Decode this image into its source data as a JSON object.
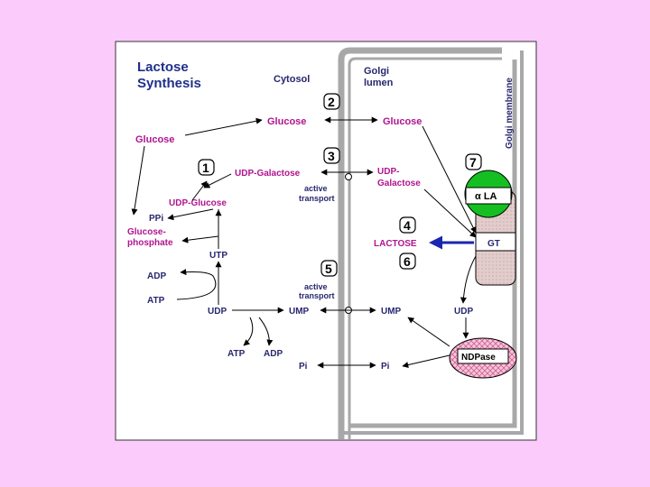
{
  "diagram": {
    "title_line1": "Lactose",
    "title_line2": "Synthesis",
    "cytosol_label": "Cytosol",
    "golgi_lumen_line1": "Golgi",
    "golgi_lumen_line2": "lumen",
    "golgi_membrane_label": "Golgi membrane",
    "steps": {
      "s1": "1",
      "s2": "2",
      "s3": "3",
      "s4": "4",
      "s5": "5",
      "s6": "6",
      "s7": "7"
    },
    "labels": {
      "glucose_top_cytosol": "Glucose",
      "glucose_top_lumen": "Glucose",
      "glucose_left": "Glucose",
      "udp_galactose_cytosol": "UDP-Galactose",
      "udp_galactose_lumen_1": "UDP-",
      "udp_galactose_lumen_2": "Galactose",
      "active_transport_top_1": "active",
      "active_transport_top_2": "transport",
      "udp_glucose": "UDP-Glucose",
      "ppi": "PPi",
      "glucose_phosphate_1": "Glucose-",
      "glucose_phosphate_2": "phosphate",
      "utp": "UTP",
      "adp_left": "ADP",
      "atp_left": "ATP",
      "lactose": "LACTOSE",
      "active_transport_bottom_1": "active",
      "active_transport_bottom_2": "transport",
      "udp_cytosol": "UDP",
      "ump_cytosol": "UMP",
      "ump_lumen": "UMP",
      "udp_lumen": "UDP",
      "atp_bottom": "ATP",
      "adp_bottom": "ADP",
      "pi_cytosol": "Pi",
      "pi_lumen": "Pi",
      "alpha_la": "α LA",
      "gt": "GT",
      "ndpase": "NDPase"
    },
    "colors": {
      "page_bg": "#fbccfb",
      "panel_bg": "#ffffff",
      "title": "#1f2f8a",
      "magenta_text": "#b0158f",
      "navy_text": "#27276f",
      "membrane": "#a8a8a8",
      "alpha_la_fill": "#15bf22",
      "gt_fill": "#e3cccc",
      "ndpase_fill": "#f0c0d8",
      "lactose_arrow": "#1a26b0"
    }
  }
}
